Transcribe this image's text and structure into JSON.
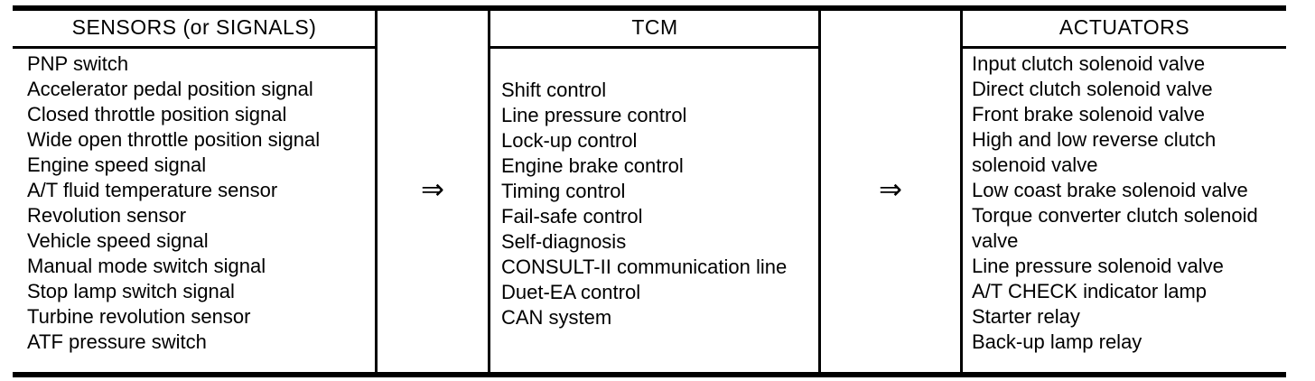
{
  "diagram": {
    "columns": [
      {
        "header": "SENSORS (or SIGNALS)",
        "items": [
          "PNP switch",
          "Accelerator pedal position signal",
          "Closed throttle position signal",
          "Wide open throttle position signal",
          "Engine speed signal",
          "A/T fluid temperature sensor",
          "Revolution sensor",
          "Vehicle speed signal",
          "Manual mode switch signal",
          "Stop lamp switch signal",
          "Turbine revolution sensor",
          "ATF pressure switch"
        ]
      },
      {
        "header": "TCM",
        "items": [
          "Shift control",
          "Line pressure control",
          "Lock-up control",
          "Engine brake control",
          "Timing control",
          "Fail-safe control",
          "Self-diagnosis",
          "CONSULT-II communication line",
          "Duet-EA control",
          "CAN system"
        ]
      },
      {
        "header": "ACTUATORS",
        "items": [
          "Input clutch solenoid valve",
          "Direct clutch solenoid valve",
          "Front brake solenoid valve",
          "High and low reverse clutch solenoid valve",
          "Low coast brake solenoid valve",
          "Torque converter clutch solenoid valve",
          "Line pressure solenoid valve",
          "A/T CHECK indicator lamp",
          "Starter relay",
          "Back-up lamp relay"
        ]
      }
    ],
    "arrow_glyph": "⇒",
    "colors": {
      "ink": "#000000",
      "background": "#ffffff"
    }
  }
}
